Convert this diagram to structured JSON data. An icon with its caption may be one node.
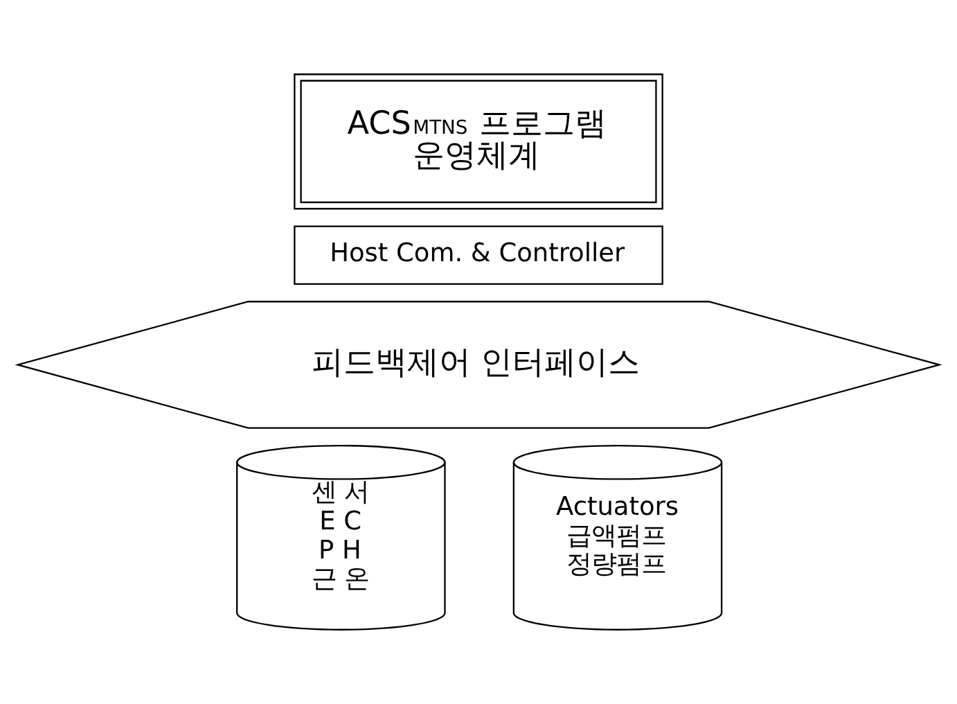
{
  "diagram": {
    "nodes": [
      {
        "text": [
          "ACS$^{MTNS}$ 프로그램",
          "운영체계"
        ]
      },
      {
        "text": [
          "Host Com. & Controller"
        ]
      },
      {
        "text": [
          "피드백제어 인터페이스"
        ]
      },
      {
        "text": [
          "센 서",
          "E C",
          "P H",
          "근 온"
        ]
      },
      {
        "text": [
          "Actuators",
          "급액펌프",
          "정량펌프"
        ]
      }
    ],
    "edges": []
  }
}
